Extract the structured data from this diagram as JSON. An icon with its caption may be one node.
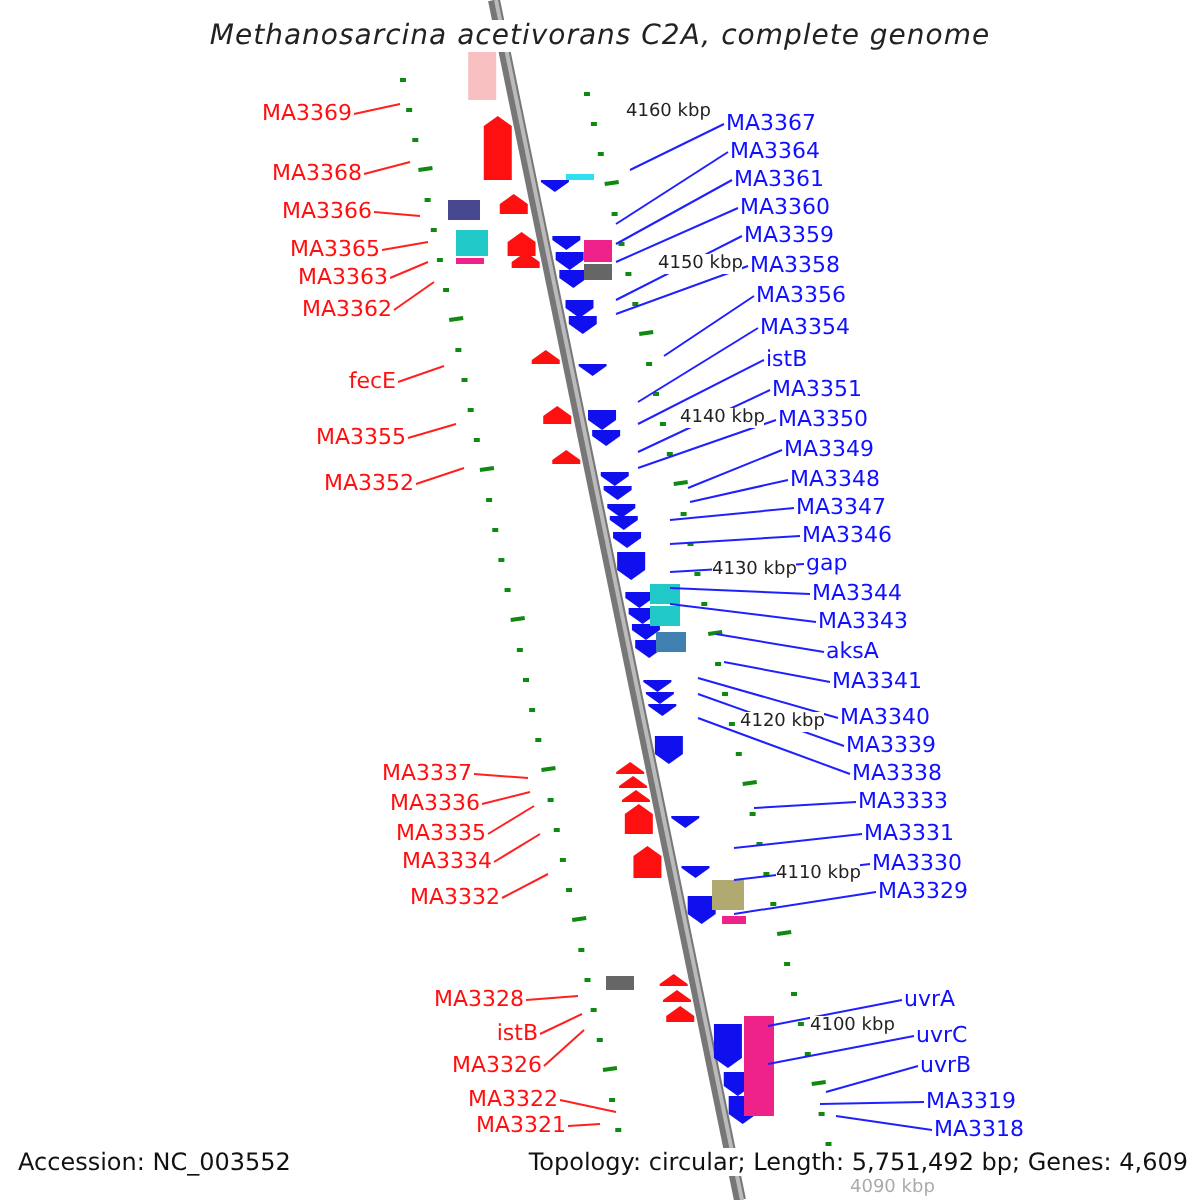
{
  "diagram": {
    "title": "Methanosarcina acetivorans C2A, complete genome",
    "nodes": [
      {
        "text": [
          "MA3369"
        ]
      },
      {
        "text": [
          "MA3368"
        ]
      },
      {
        "text": [
          "MA3366"
        ]
      },
      {
        "text": [
          "MA3365"
        ]
      },
      {
        "text": [
          "MA3363"
        ]
      },
      {
        "text": [
          "MA3362"
        ]
      },
      {
        "text": [
          "fecE"
        ]
      },
      {
        "text": [
          "MA3355"
        ]
      },
      {
        "text": [
          "MA3352"
        ]
      },
      {
        "text": [
          "MA3337"
        ]
      },
      {
        "text": [
          "MA3336"
        ]
      },
      {
        "text": [
          "MA3335"
        ]
      },
      {
        "text": [
          "MA3334"
        ]
      },
      {
        "text": [
          "MA3332"
        ]
      },
      {
        "text": [
          "MA3328"
        ]
      },
      {
        "text": [
          "istB"
        ]
      },
      {
        "text": [
          "MA3326"
        ]
      },
      {
        "text": [
          "MA3322"
        ]
      },
      {
        "text": [
          "MA3321"
        ]
      },
      {
        "text": [
          "MA3367"
        ]
      },
      {
        "text": [
          "MA3364"
        ]
      },
      {
        "text": [
          "MA3361"
        ]
      },
      {
        "text": [
          "MA3360"
        ]
      },
      {
        "text": [
          "MA3359"
        ]
      },
      {
        "text": [
          "MA3358"
        ]
      },
      {
        "text": [
          "MA3356"
        ]
      },
      {
        "text": [
          "MA3354"
        ]
      },
      {
        "text": [
          "istB"
        ]
      },
      {
        "text": [
          "MA3351"
        ]
      },
      {
        "text": [
          "MA3350"
        ]
      },
      {
        "text": [
          "MA3349"
        ]
      },
      {
        "text": [
          "MA3348"
        ]
      },
      {
        "text": [
          "MA3347"
        ]
      },
      {
        "text": [
          "MA3346"
        ]
      },
      {
        "text": [
          "gap"
        ]
      },
      {
        "text": [
          "MA3344"
        ]
      },
      {
        "text": [
          "MA3343"
        ]
      },
      {
        "text": [
          "aksA"
        ]
      },
      {
        "text": [
          "MA3341"
        ]
      },
      {
        "text": [
          "MA3340"
        ]
      },
      {
        "text": [
          "MA3339"
        ]
      },
      {
        "text": [
          "MA3338"
        ]
      },
      {
        "text": [
          "MA3333"
        ]
      },
      {
        "text": [
          "MA3331"
        ]
      },
      {
        "text": [
          "MA3330"
        ]
      },
      {
        "text": [
          "MA3329"
        ]
      },
      {
        "text": [
          "uvrA"
        ]
      },
      {
        "text": [
          "uvrC"
        ]
      },
      {
        "text": [
          "uvrB"
        ]
      },
      {
        "text": [
          "MA3319"
        ]
      },
      {
        "text": [
          "MA3318"
        ]
      }
    ],
    "edges": [
      {
        "from": 0,
        "to": null,
        "arrow": "none",
        "color": "#ff2020"
      },
      {
        "from": 1,
        "to": null,
        "arrow": "none",
        "color": "#ff2020"
      },
      {
        "from": 2,
        "to": null,
        "arrow": "none",
        "color": "#ff2020"
      },
      {
        "from": 3,
        "to": null,
        "arrow": "none",
        "color": "#ff2020"
      },
      {
        "from": 4,
        "to": null,
        "arrow": "none",
        "color": "#ff2020"
      },
      {
        "from": 5,
        "to": null,
        "arrow": "none",
        "color": "#ff2020"
      },
      {
        "from": 6,
        "to": null,
        "arrow": "none",
        "color": "#ff2020"
      },
      {
        "from": 7,
        "to": null,
        "arrow": "none",
        "color": "#ff2020"
      },
      {
        "from": 8,
        "to": null,
        "arrow": "none",
        "color": "#ff2020"
      },
      {
        "from": 9,
        "to": null,
        "arrow": "none",
        "color": "#ff2020"
      },
      {
        "from": 10,
        "to": null,
        "arrow": "none",
        "color": "#ff2020"
      },
      {
        "from": 11,
        "to": null,
        "arrow": "none",
        "color": "#ff2020"
      },
      {
        "from": 12,
        "to": null,
        "arrow": "none",
        "color": "#ff2020"
      },
      {
        "from": 13,
        "to": null,
        "arrow": "none",
        "color": "#ff2020"
      },
      {
        "from": 14,
        "to": null,
        "arrow": "none",
        "color": "#ff2020"
      },
      {
        "from": 15,
        "to": null,
        "arrow": "none",
        "color": "#ff2020"
      },
      {
        "from": 16,
        "to": null,
        "arrow": "none",
        "color": "#ff2020"
      },
      {
        "from": 17,
        "to": null,
        "arrow": "none",
        "color": "#ff2020"
      },
      {
        "from": 18,
        "to": null,
        "arrow": "none",
        "color": "#ff2020"
      },
      {
        "from": 19,
        "to": null,
        "arrow": "none"
      },
      {
        "from": 20,
        "to": null,
        "arrow": "none"
      },
      {
        "from": 21,
        "to": null,
        "arrow": "none"
      },
      {
        "from": 22,
        "to": null,
        "arrow": "none"
      },
      {
        "from": 23,
        "to": null,
        "arrow": "none"
      },
      {
        "from": 24,
        "to": null,
        "arrow": "none"
      },
      {
        "from": 25,
        "to": null,
        "arrow": "none"
      },
      {
        "from": 26,
        "to": null,
        "arrow": "none"
      },
      {
        "from": 27,
        "to": null,
        "arrow": "none"
      },
      {
        "from": 28,
        "to": null,
        "arrow": "none"
      },
      {
        "from": 29,
        "to": null,
        "arrow": "none"
      },
      {
        "from": 30,
        "to": null,
        "arrow": "none"
      },
      {
        "from": 31,
        "to": null,
        "arrow": "none"
      },
      {
        "from": 32,
        "to": null,
        "arrow": "none"
      },
      {
        "from": 33,
        "to": null,
        "arrow": "none"
      },
      {
        "from": 34,
        "to": null,
        "arrow": "none"
      },
      {
        "from": 35,
        "to": null,
        "arrow": "none"
      },
      {
        "from": 36,
        "to": null,
        "arrow": "none"
      },
      {
        "from": 37,
        "to": null,
        "arrow": "none"
      },
      {
        "from": 38,
        "to": null,
        "arrow": "none"
      },
      {
        "from": 39,
        "to": null,
        "arrow": "none"
      },
      {
        "from": 40,
        "to": null,
        "arrow": "none"
      },
      {
        "from": 41,
        "to": null,
        "arrow": "none"
      },
      {
        "from": 42,
        "to": null,
        "arrow": "none"
      },
      {
        "from": 43,
        "to": null,
        "arrow": "none"
      },
      {
        "from": 44,
        "to": null,
        "arrow": "none"
      },
      {
        "from": 45,
        "to": null,
        "arrow": "none"
      },
      {
        "from": 46,
        "to": null,
        "arrow": "none"
      },
      {
        "from": 47,
        "to": null,
        "arrow": "none"
      },
      {
        "from": 48,
        "to": null,
        "arrow": "none"
      },
      {
        "from": 49,
        "to": null,
        "arrow": "none"
      },
      {
        "from": 50,
        "to": null,
        "arrow": "none"
      }
    ],
    "labels": [
      "4160 kbp",
      "4150 kbp",
      "4140 kbp",
      "4130 kbp",
      "4120 kbp",
      "4110 kbp",
      "4100 kbp",
      "4090 kbp",
      "Accession: NC_003552",
      "Topology: circular; Length: 5,751,492 bp; Genes: 4,609"
    ]
  }
}
